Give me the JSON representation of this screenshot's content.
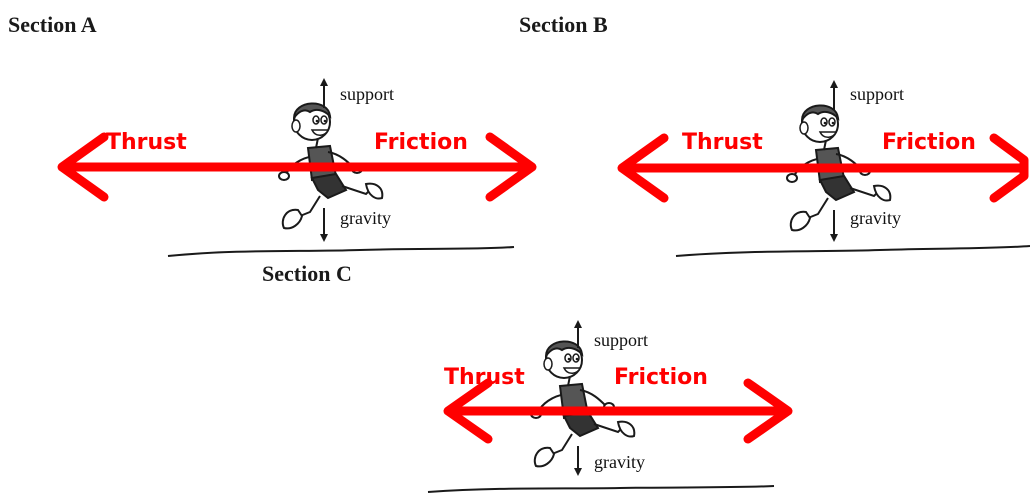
{
  "sections": {
    "a": {
      "title": "Section A"
    },
    "b": {
      "title": "Section B"
    },
    "c": {
      "title": "Section C"
    }
  },
  "labels": {
    "support": "support",
    "gravity": "gravity",
    "thrust": "Thrust",
    "friction": "Friction"
  },
  "colors": {
    "arrow": "#ff0000",
    "ink": "#1a1a1a"
  }
}
